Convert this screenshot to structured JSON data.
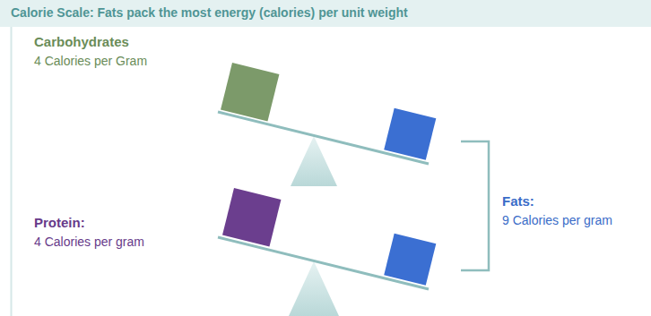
{
  "diagram": {
    "title": "Calorie Scale: Fats pack the most energy (calories) per unit weight",
    "labels": [
      "Carbohydrates",
      "4 Calories per Gram",
      "Protein:",
      "4 Calories per gram",
      "Fats:",
      "9 Calories per gram"
    ]
  }
}
